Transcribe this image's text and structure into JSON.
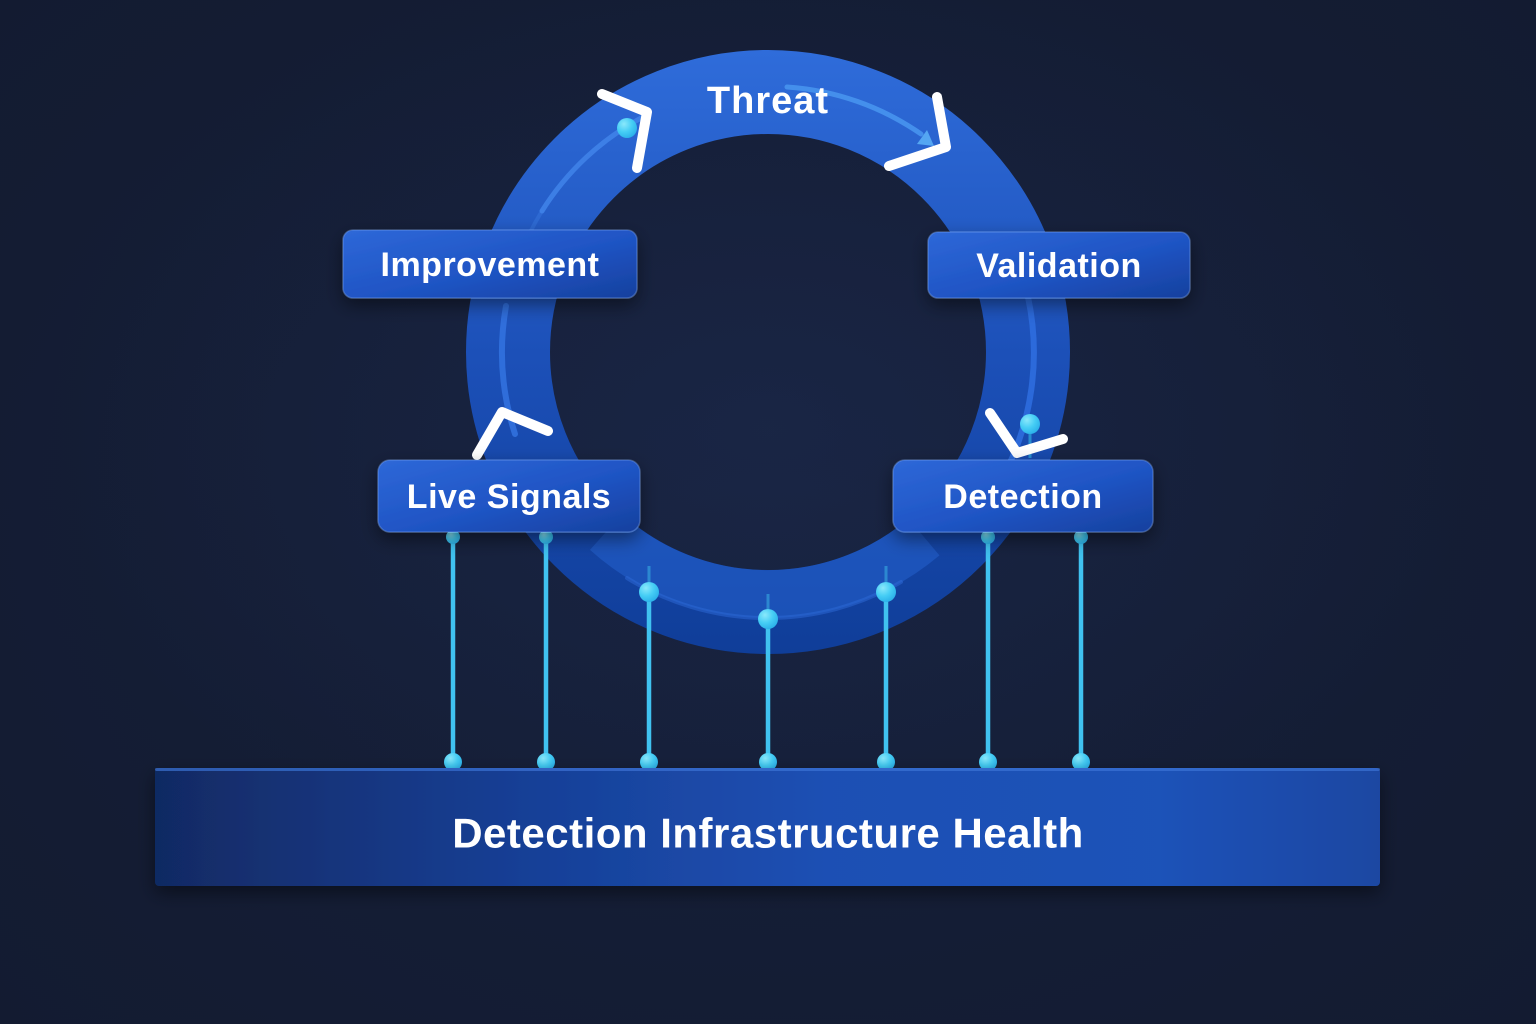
{
  "cycle": {
    "stages": [
      {
        "label": "Threat",
        "position": "top"
      },
      {
        "label": "Validation",
        "position": "upper-right"
      },
      {
        "label": "Detection",
        "position": "lower-right"
      },
      {
        "label": "Live Signals",
        "position": "lower-left"
      },
      {
        "label": "Improvement",
        "position": "upper-left"
      }
    ],
    "direction": "clockwise"
  },
  "foundation": {
    "label": "Detection Infrastructure Health",
    "connector_count": 7
  },
  "colors": {
    "background": "#131b31",
    "ring_top": "#2f6cda",
    "ring_bottom": "#0f3d98",
    "label_box": "#1f54c4",
    "foundation_bar": "#1d50b4",
    "accent_cyan": "#41c6f2",
    "swoosh_blue": "#3f82e8",
    "arrow": "#ffffff",
    "text": "#ffffff"
  }
}
